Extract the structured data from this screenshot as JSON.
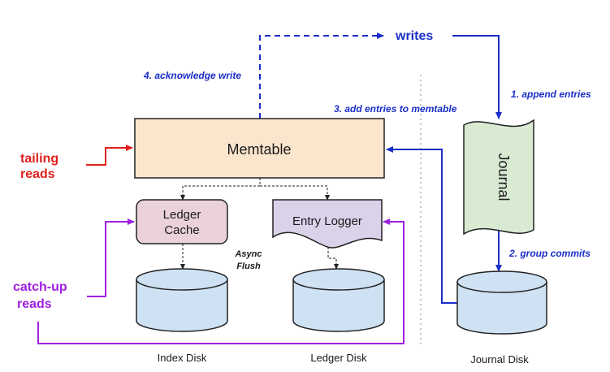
{
  "labels": {
    "writes": "writes",
    "acknowledge_write": "4. acknowledge write",
    "add_entries_to_memtable": "3. add entries to memtable",
    "append_entries": "1. append entries",
    "group_commits": "2. group commits",
    "tailing_reads_line1": "tailing",
    "tailing_reads_line2": "reads",
    "catchup_reads_line1": "catch-up",
    "catchup_reads_line2": "reads",
    "async_flush_line1": "Async",
    "async_flush_line2": "Flush"
  },
  "components": {
    "memtable": "Memtable",
    "ledger_cache_line1": "Ledger",
    "ledger_cache_line2": "Cache",
    "entry_logger": "Entry Logger",
    "journal": "Journal"
  },
  "disks": {
    "index_disk": "Index Disk",
    "ledger_disk": "Ledger Disk",
    "journal_disk": "Journal Disk"
  },
  "colors": {
    "write_path": "#1a2ec8",
    "tailing_reads": "#e0201c",
    "catchup_reads": "#a020e0",
    "memtable_fill": "#fce5cd",
    "ledger_cache_fill": "#ead1dc",
    "entry_logger_fill": "#d9d2e9",
    "journal_fill": "#d9ead3",
    "disk_fill": "#cfe2f3"
  }
}
